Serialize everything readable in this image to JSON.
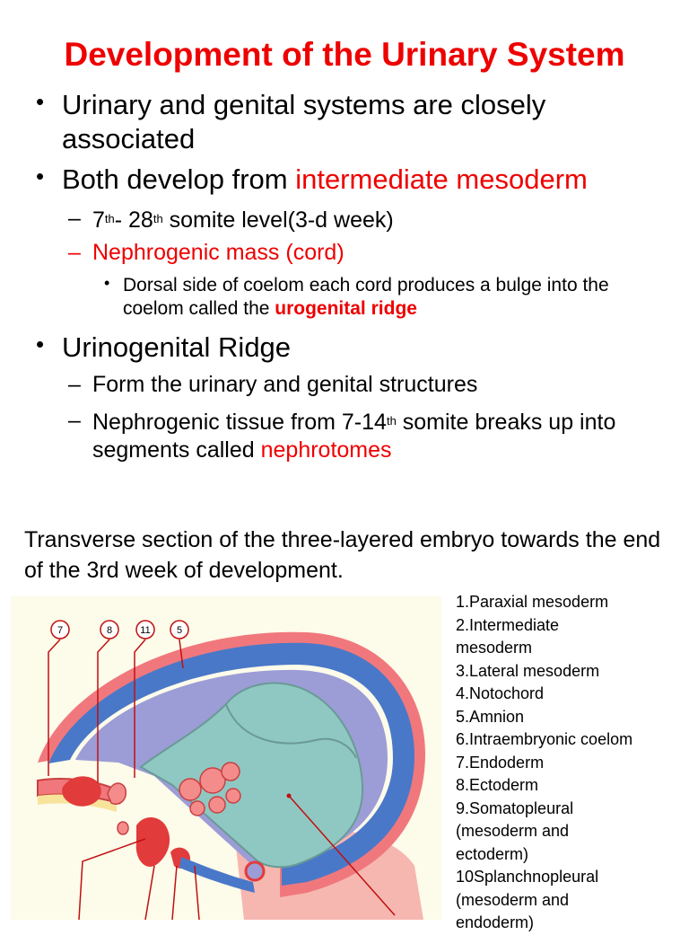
{
  "title": "Development of the Urinary System",
  "bullets": {
    "b1": {
      "text": "Urinary and genital systems are closely associated"
    },
    "b2": {
      "pre": "Both develop from ",
      "highlight": "intermediate mesoderm"
    },
    "b2a": {
      "n1": "7",
      "sup1": "th",
      "mid": "- 28",
      "sup2": "th",
      "post": " somite level(3-d week)"
    },
    "b2b": {
      "text": "Nephrogenic mass (cord)"
    },
    "b2c": {
      "pre": "Dorsal side of coelom each cord produces a bulge into the coelom called the ",
      "highlight": "urogenital ridge"
    },
    "b3": {
      "text": "Urinogenital Ridge"
    },
    "b3a": {
      "text": "Form the urinary and genital structures"
    },
    "b3b": {
      "pre": "Nephrogenic tissue from 7-14",
      "sup": "th",
      "post": " somite breaks up into segments called ",
      "highlight": "nephrotomes"
    }
  },
  "caption": {
    "text": "Transverse section of the three-layered embryo towards the end of the 3rd week of development",
    "period": "."
  },
  "legend": [
    "1.Paraxial mesoderm",
    "2.Intermediate",
    "mesoderm",
    "3.Lateral mesoderm",
    "4.Notochord",
    "5.Amnion",
    "6.Intraembryonic coelom",
    "7.Endoderm",
    "8.Ectoderm",
    "9.Somatopleural",
    "(mesoderm and",
    "ectoderm)",
    "10Splanchnopleural",
    "(mesoderm and",
    "endoderm)"
  ],
  "figure_labels": [
    "7",
    "8",
    "11",
    "5"
  ],
  "colors": {
    "accent_red": "#ee0000",
    "amnion_blue": "#4a78c8",
    "cavity_purple": "#9c9dd6",
    "yolk_teal": "#8fc8c3",
    "mesoderm_pink": "#f48c8c",
    "ectoderm_red": "#e23b3b"
  }
}
